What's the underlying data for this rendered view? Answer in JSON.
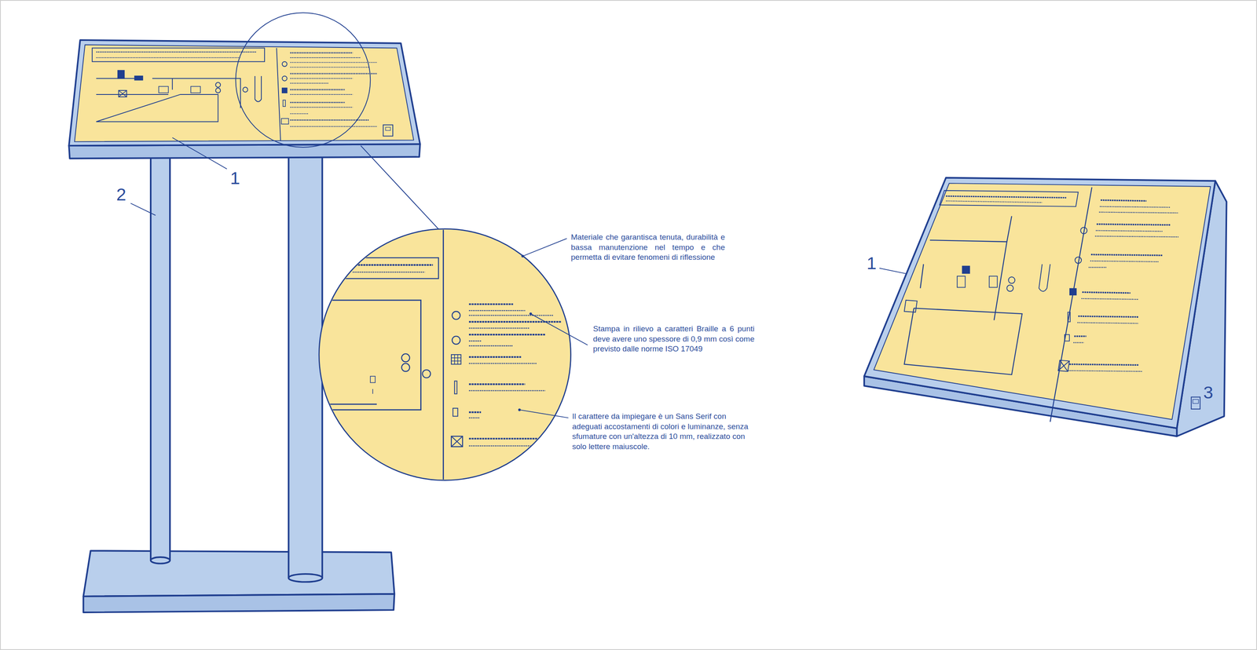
{
  "diagram": {
    "labels": [
      "1",
      "2",
      "Materiale che garantisca tenuta, durabilità e bassa manutenzione nel tempo e che permetta di evitare fenomeni di riflessione",
      "Stampa in rilievo a caratteri Braille a 6 punti deve avere uno spessore di 0,9 mm così come previsto dalle norme ISO 17049",
      "Il carattere da impiegare è un Sans Serif con adeguati accostamenti di colori e luminanze, senza sfumature con un'altezza di 10 mm, realizzato con solo lettere maiuscole.",
      "1",
      "3"
    ]
  }
}
